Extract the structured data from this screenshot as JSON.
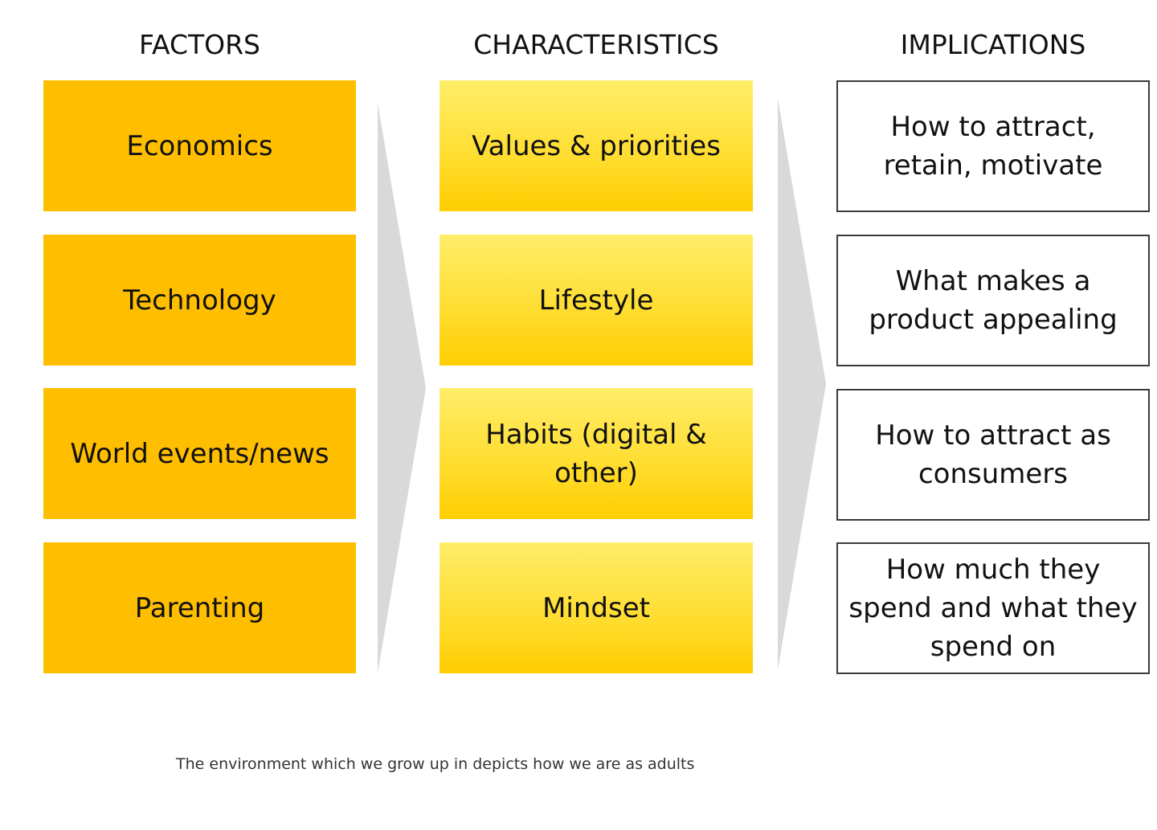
{
  "headings": {
    "factors": "FACTORS",
    "characteristics": "CHARACTERISTICS",
    "implications": "IMPLICATIONS"
  },
  "factors": [
    "Economics",
    "Technology",
    "World events/news",
    "Parenting"
  ],
  "characteristics": [
    "Values & priorities",
    "Lifestyle",
    "Habits (digital &\nother)",
    "Mindset"
  ],
  "implications": [
    "How to attract,\nretain, motivate",
    "What makes a\nproduct appealing",
    "How to attract as\nconsumers",
    "How much they\nspend and what they\nspend on"
  ],
  "caption": "The environment which we grow up in depicts how we are as adults",
  "colors": {
    "factor_fill": "#ffbf00",
    "characteristic_fill_top": "#ffee6a",
    "characteristic_fill_bottom": "#ffcd00",
    "arrow_fill": "#d9d9d9",
    "implication_border": "#3a3a3a"
  }
}
